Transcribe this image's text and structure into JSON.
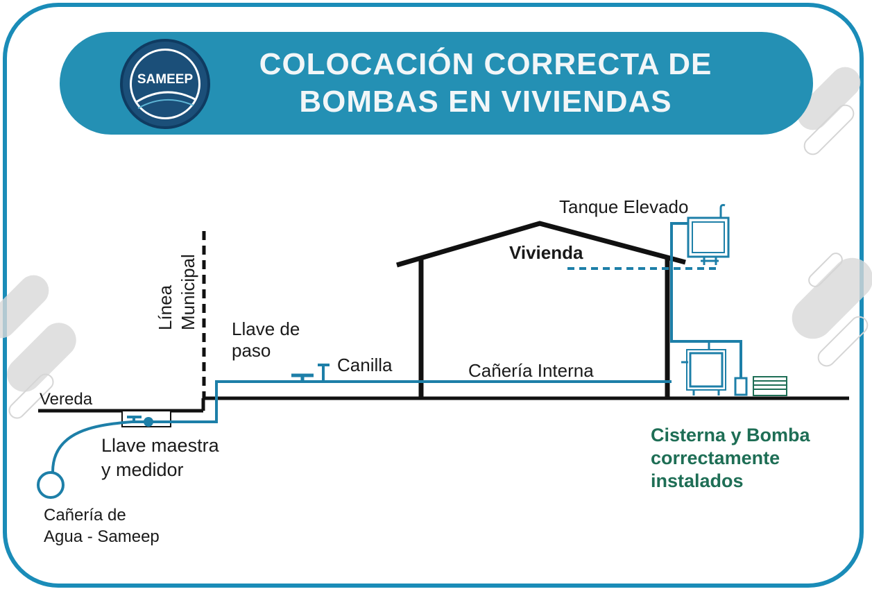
{
  "logo": {
    "text": "SAMEEP"
  },
  "title": "COLOCACIÓN CORRECTA DE\nBOMBAS EN VIVIENDAS",
  "labels": {
    "tanque": "Tanque Elevado",
    "vivienda": "Vivienda",
    "linea_municipal": "Línea\nMunicipal",
    "llave_paso": "Llave de\npaso",
    "canilla": "Canilla",
    "caneria_interna": "Cañería Interna",
    "vereda": "Vereda",
    "llave_maestra": "Llave maestra\ny medidor",
    "caneria_agua": "Cañería de\nAgua - Sameep",
    "cisterna": "Cisterna y Bomba\ncorrectamente\ninstalados"
  },
  "colors": {
    "frame": "#1a8cb8",
    "banner": "#2490b4",
    "pipe": "#1d7fa8",
    "structure": "#111111",
    "accent_text": "#1e6e55"
  }
}
